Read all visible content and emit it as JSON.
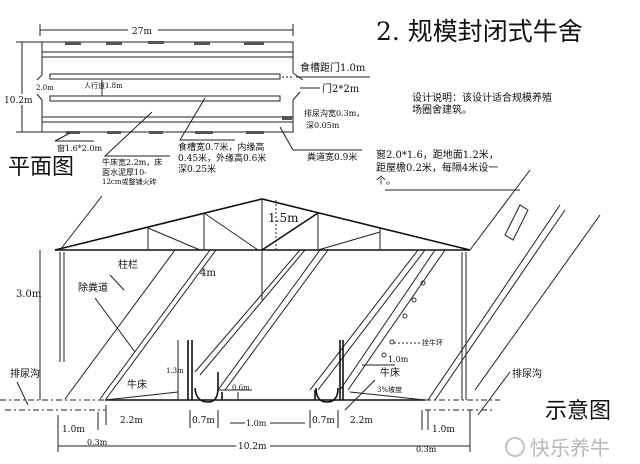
{
  "title": "2. 规模封闭式牛舍",
  "design_note": [
    "设计说明：该设计适合规模养殖",
    "场圈舍建筑。"
  ],
  "window_note": [
    "窗2.0*1.6，距地面1.2米，",
    "距屋檐0.2米，每隔4米设一",
    "个。"
  ],
  "plan": {
    "heading": "平面图",
    "length": "27m",
    "width": "10.2m",
    "aisle": "人行道1.8m",
    "aisle_side": "2.0m",
    "trough_to_door": "食槽距门1.0m",
    "door": "门2*2m",
    "urine_ditch": [
      "排尿沟宽0.3m，",
      "深0.05m"
    ],
    "manure_lane": "粪道宽0.9米",
    "window": "窗1.6*2.0m",
    "trough": [
      "食槽宽0.7米，内缘高",
      "0.45米，外缘高0.6米",
      "深0.25米"
    ],
    "bed": [
      "牛床宽2.2m，床",
      "面水泥厚10-",
      "12cm或整铺火砖"
    ]
  },
  "section": {
    "heading": "示意图",
    "roof_height": "1.5m",
    "wall_height": "3.0m",
    "stall_rail": "柱栏",
    "span": "4m",
    "manure_lane": "除粪道",
    "urine_ditch_left": "排尿沟",
    "urine_ditch_right": "排尿沟",
    "bed_left": "牛床",
    "bed_right": "牛床",
    "rail_height": "1.3m",
    "trough_height": "0.6m",
    "tie_ring": "拴牛环",
    "ring_height": "1.0m",
    "slope": "3%坡度",
    "dims": [
      "1.0m",
      "2.2m",
      "0.7m",
      "1.0m",
      "0.7m",
      "2.2m",
      "1.0m"
    ],
    "ditch_left": "0.3m",
    "ditch_right": "0.3m",
    "total_width": "10.2m"
  },
  "watermark": "快乐养牛"
}
